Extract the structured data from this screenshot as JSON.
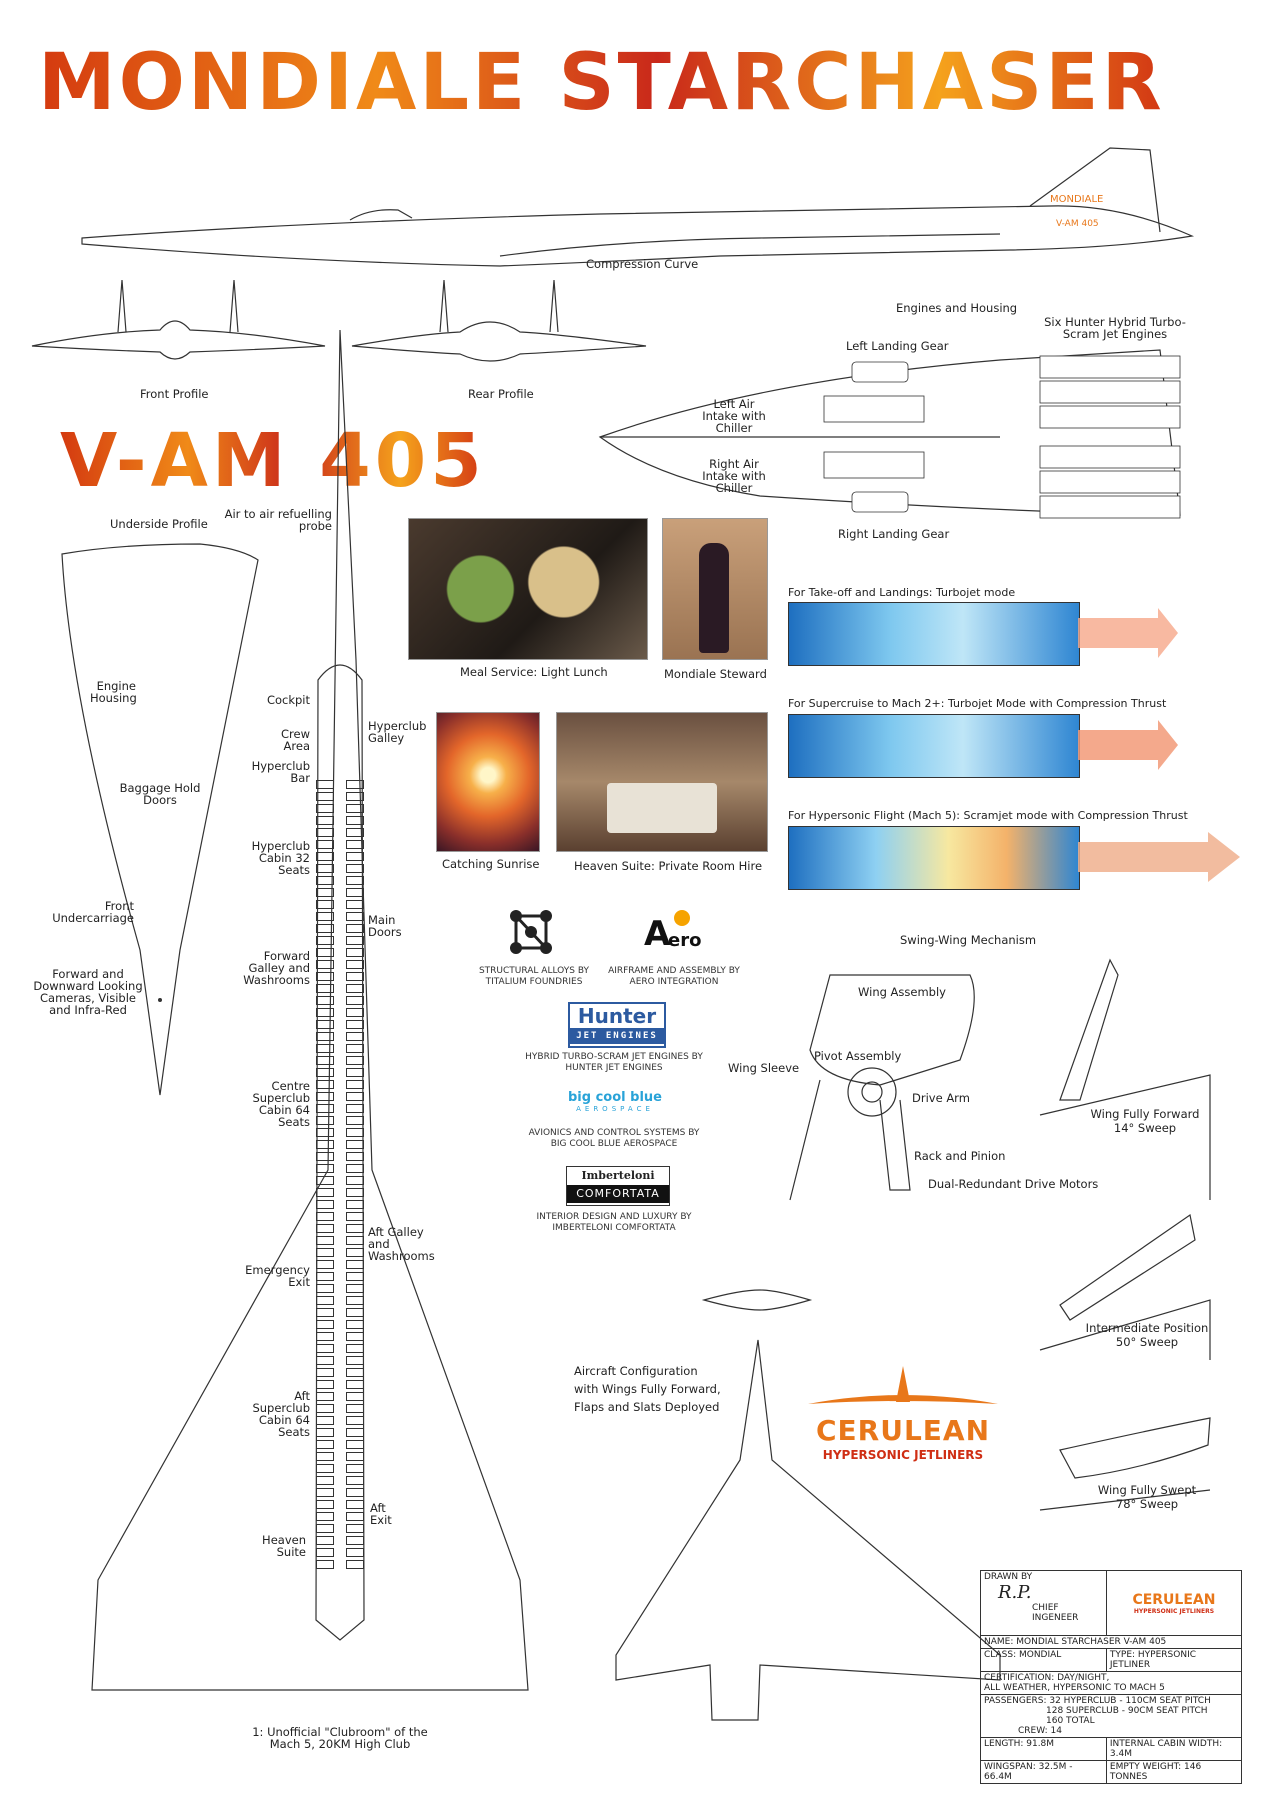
{
  "header": {
    "title": "MONDIALE STARCHASER",
    "model": "V-AM 405"
  },
  "side_view": {
    "tail_logo": "MONDIALE",
    "tail_code": "V-AM 405",
    "curve_label": "Compression Curve"
  },
  "profiles": {
    "front": "Front Profile",
    "rear": "Rear Profile",
    "underside": "Underside Profile"
  },
  "underside_labels": {
    "engine_housing": "Engine Housing",
    "baggage": "Baggage Hold Doors",
    "undercarriage": "Front Undercarriage",
    "cameras": "Forward and Downward Looking Cameras, Visible and Infra-Red"
  },
  "plan_labels": {
    "probe": "Air to air refuelling probe",
    "cockpit": "Cockpit",
    "crew": "Crew Area",
    "bar": "Hyperclub Bar",
    "galley": "Hyperclub Galley",
    "hyper_cabin": "Hyperclub Cabin 32 Seats",
    "main_doors": "Main Doors",
    "fwd_galley": "Forward Galley and Washrooms",
    "centre_cabin": "Centre Superclub Cabin 64 Seats",
    "aft_galley": "Aft Galley and Washrooms",
    "emergency": "Emergency Exit",
    "aft_cabin": "Aft Superclub Cabin 64 Seats",
    "aft_exit": "Aft Exit",
    "heaven": "Heaven Suite",
    "footnote": "1: Unofficial \"Clubroom\" of the Mach 5, 20KM High Club"
  },
  "engines": {
    "heading": "Engines and Housing",
    "six": "Six Hunter Hybrid Turbo-Scram Jet Engines",
    "left_gear": "Left Landing Gear",
    "right_gear": "Right Landing Gear",
    "left_intake": "Left Air Intake with Chiller",
    "right_intake": "Right Air Intake with Chiller"
  },
  "modes": [
    {
      "label": "For Take-off and Landings: Turbojet mode"
    },
    {
      "label": "For Supercruise to Mach 2+: Turbojet Mode with Compression Thrust"
    },
    {
      "label": "For Hypersonic Flight (Mach 5): Scramjet mode with Compression Thrust"
    }
  ],
  "photos": {
    "lunch": "Meal Service: Light Lunch",
    "steward": "Mondiale Steward",
    "sunrise": "Catching Sunrise",
    "suite": "Heaven Suite: Private Room Hire"
  },
  "partners": [
    {
      "caption": "STRUCTURAL ALLOYS BY TITALIUM FOUNDRIES"
    },
    {
      "logo": "ero",
      "caption": "AIRFRAME AND ASSEMBLY BY AERO INTEGRATION"
    },
    {
      "logo": "Hunter",
      "sub": "JET ENGINES",
      "caption": "HYBRID TURBO-SCRAM JET ENGINES BY HUNTER JET ENGINES"
    },
    {
      "logo": "big cool blue",
      "sub": "AEROSPACE",
      "caption": "AVIONICS AND CONTROL SYSTEMS BY BIG COOL BLUE AEROSPACE"
    },
    {
      "logo": "Imberteloni",
      "sub": "COMFORTATA",
      "caption": "INTERIOR DESIGN AND LUXURY BY IMBERTELONI COMFORTATA"
    }
  ],
  "swing": {
    "heading": "Swing-Wing Mechanism",
    "wing_assembly": "Wing Assembly",
    "pivot": "Pivot Assembly",
    "sleeve": "Wing Sleeve",
    "drive": "Drive Arm",
    "rack": "Rack and Pinion",
    "motors": "Dual-Redundant Drive Motors",
    "forward": "Wing Fully Forward",
    "forward_sweep": "14° Sweep",
    "intermediate": "Intermediate Position",
    "intermediate_sweep": "50° Sweep",
    "swept": "Wing Fully Swept",
    "swept_sweep": "78° Sweep"
  },
  "config_caption": "Aircraft Configuration with Wings Fully Forward, Flaps and Slats Deployed",
  "brand": {
    "name": "CERULEAN",
    "tagline": "HYPERSONIC JETLINERS"
  },
  "titleblock": {
    "drawn_by": "DRAWN BY",
    "role": "CHIEF INGENEER",
    "name": "NAME: MONDIAL STARCHASER V-AM 405",
    "class": "CLASS: MONDIAL",
    "type": "TYPE: HYPERSONIC JETLINER",
    "cert1": "CERTIFICATION: DAY/NIGHT,",
    "cert2": "ALL WEATHER, HYPERSONIC TO MACH 5",
    "pax1": "PASSENGERS: 32 HYPERCLUB - 110CM SEAT PITCH",
    "pax2": "128 SUPERCLUB - 90CM SEAT PITCH",
    "pax3": "160 TOTAL",
    "crew": "CREW: 14",
    "length": "LENGTH: 91.8M",
    "cabin_width": "INTERNAL CABIN WIDTH: 3.4M",
    "wingspan": "WINGSPAN: 32.5M - 66.4M",
    "empty_weight": "EMPTY WEIGHT: 146 TONNES"
  },
  "colors": {
    "orange": "#e8771a",
    "red": "#cf2e14",
    "blue": "#2b7fd0"
  }
}
